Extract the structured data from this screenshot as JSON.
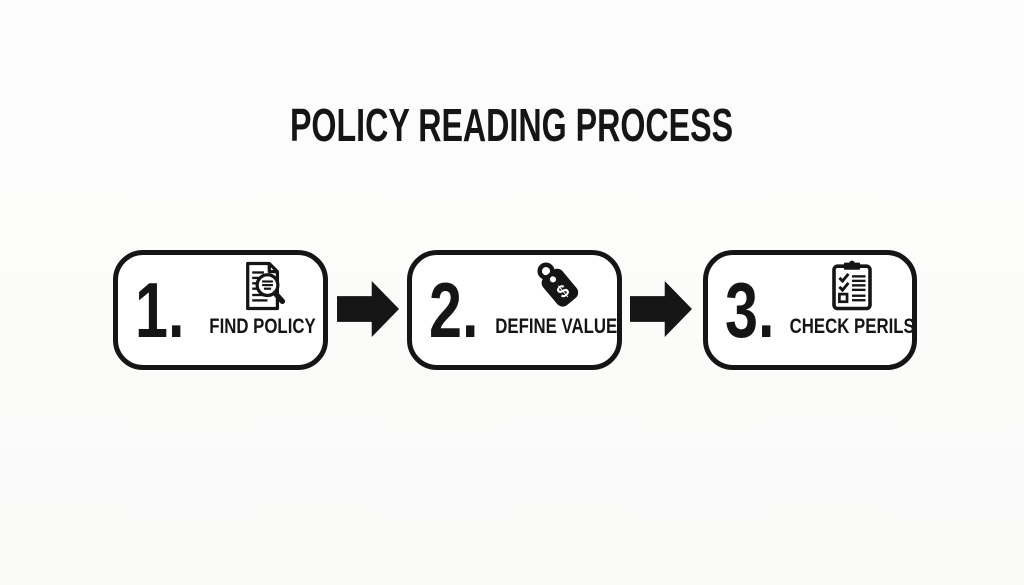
{
  "title": "POLICY READING PROCESS",
  "colors": {
    "background": "#fbfbfa",
    "ink": "#151515",
    "box_background": "#ffffff"
  },
  "steps": [
    {
      "number": "1.",
      "label": "FIND POLICY",
      "icon": "document-search-icon"
    },
    {
      "number": "2.",
      "label": "DEFINE VALUE",
      "icon": "price-tag-icon",
      "icon_text": "$"
    },
    {
      "number": "3.",
      "label": "CHECK PERILS",
      "icon": "checklist-clipboard-icon"
    }
  ],
  "connectors": [
    {
      "icon": "arrow-right-icon"
    },
    {
      "icon": "arrow-right-icon"
    }
  ]
}
